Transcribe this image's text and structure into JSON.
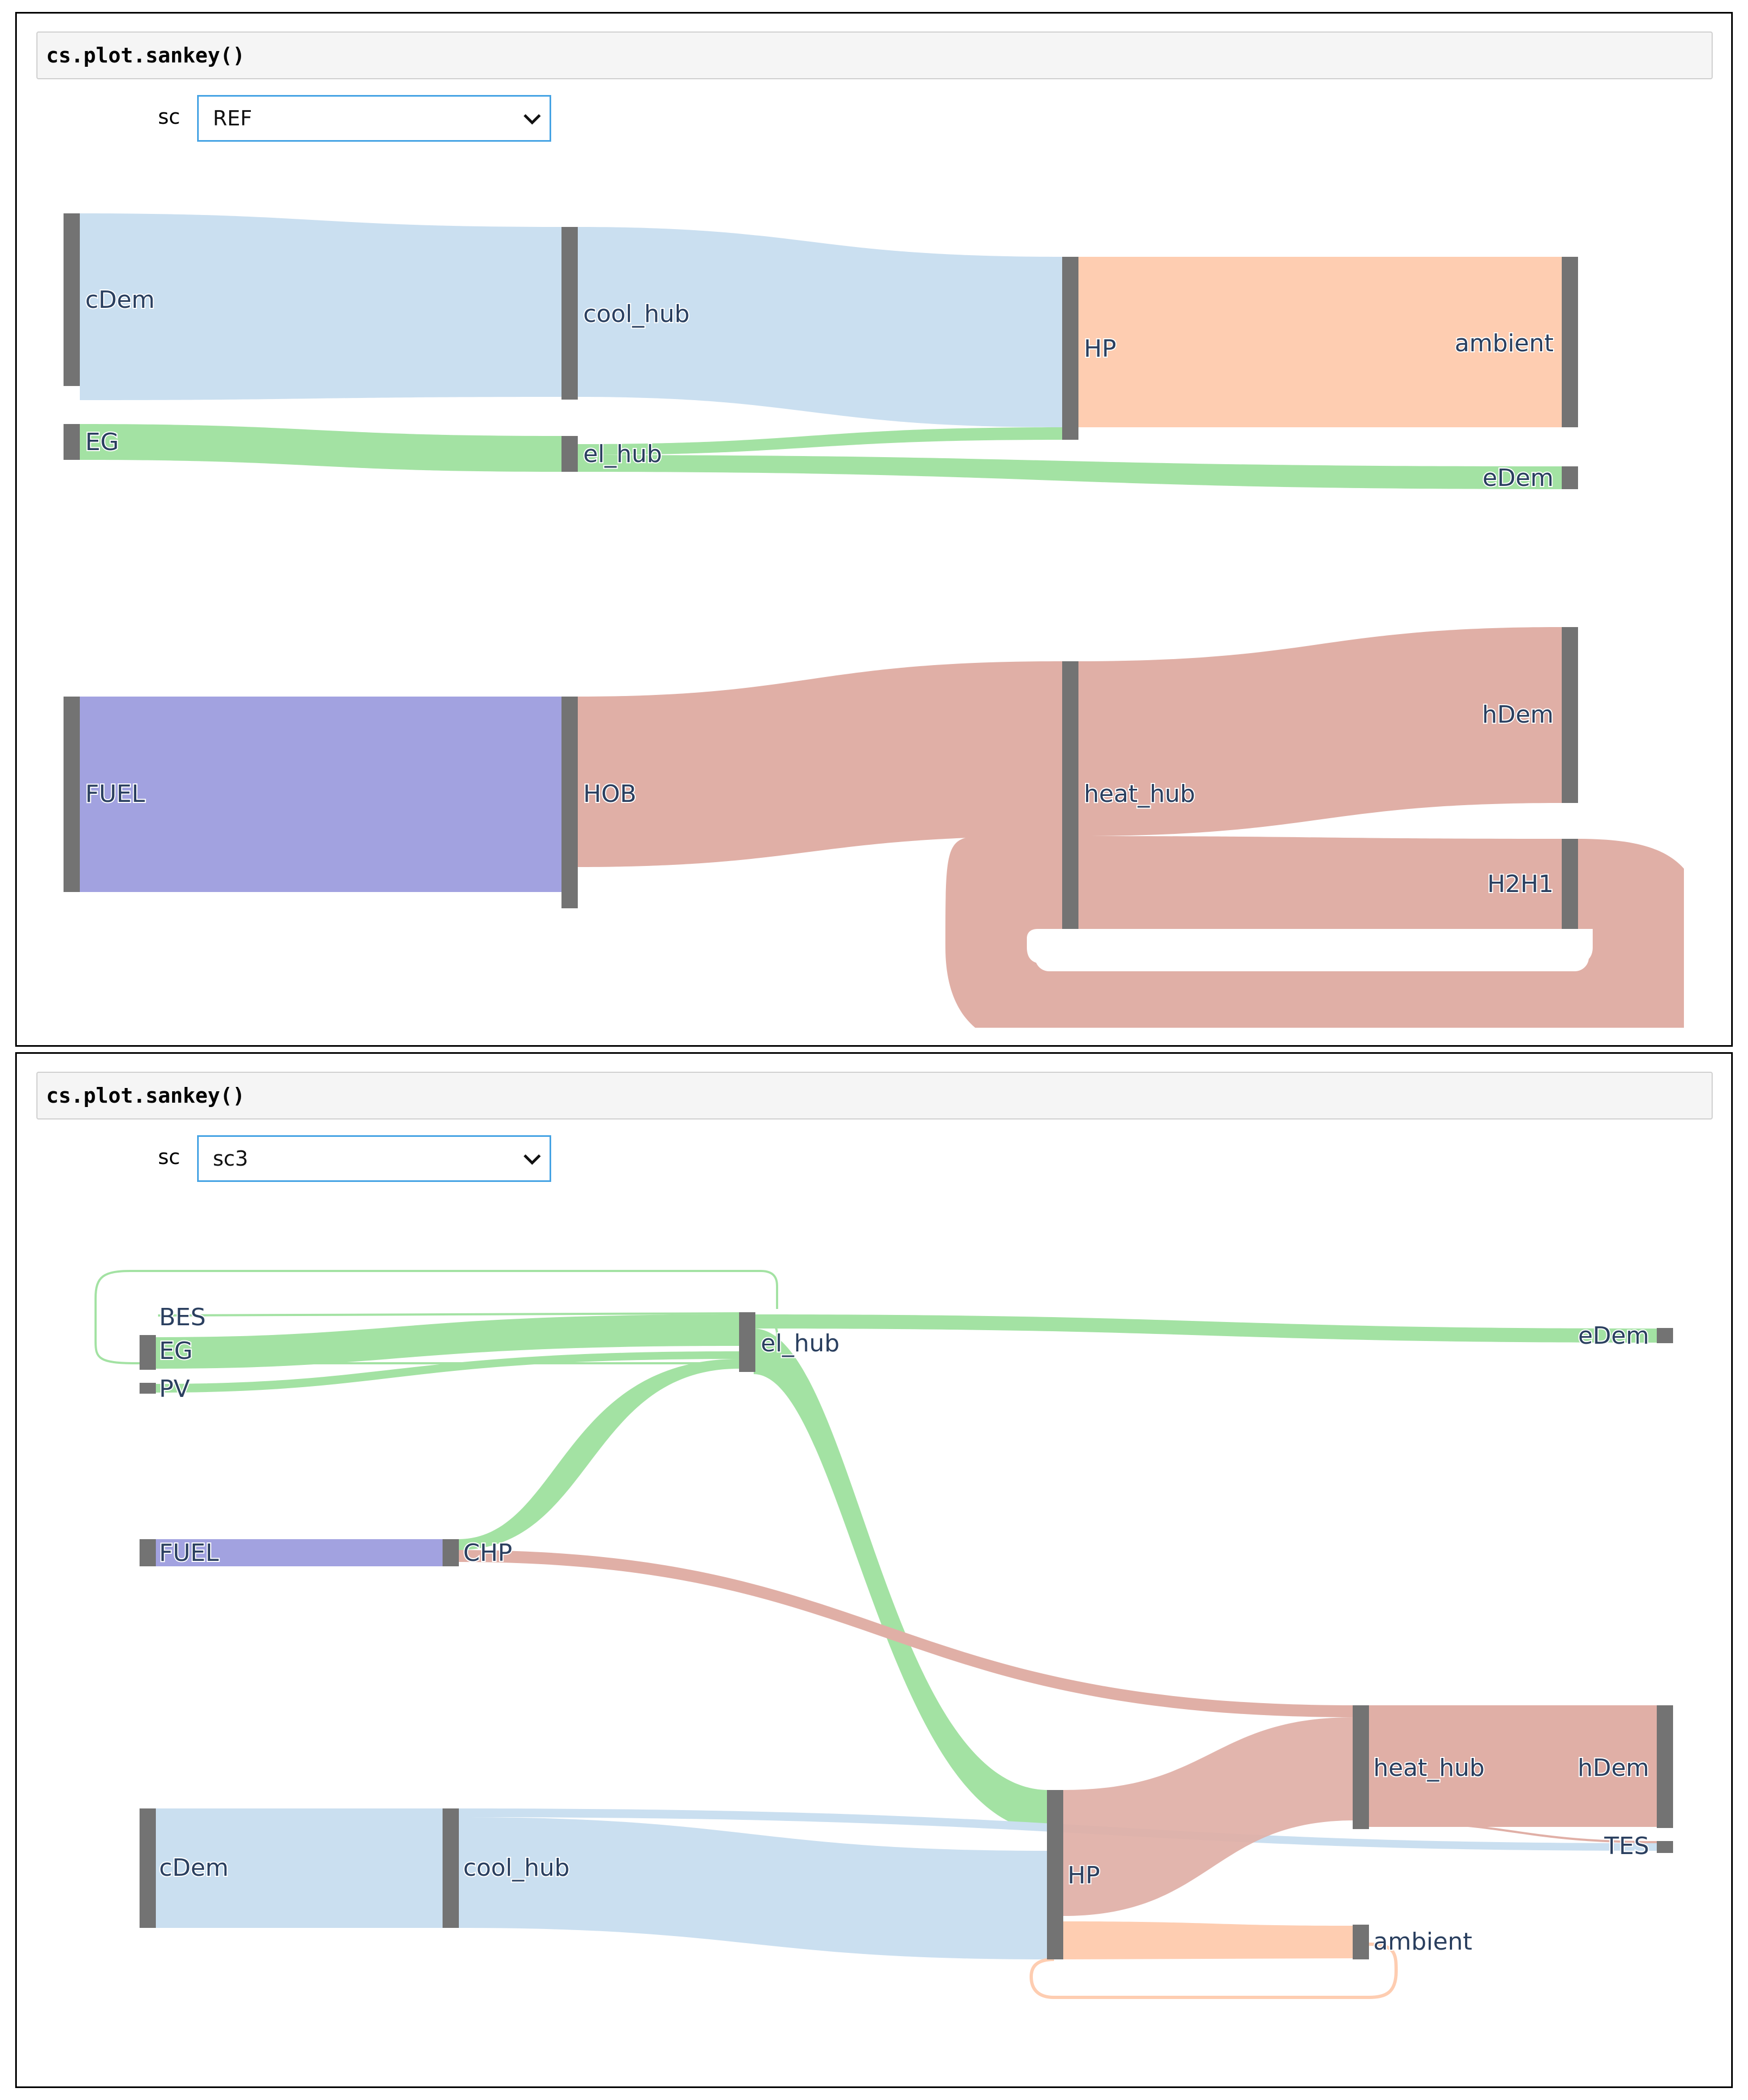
{
  "cells": [
    {
      "code": "cs.plot.sankey()",
      "selector_label": "sc",
      "selected": "REF",
      "chart_data": {
        "type": "sankey",
        "nodes": [
          "cDem",
          "cool_hub",
          "HP",
          "ambient",
          "EG",
          "el_hub",
          "eDem",
          "FUEL",
          "HOB",
          "heat_hub",
          "hDem",
          "H2H1"
        ],
        "links": [
          {
            "source": "cDem",
            "target": "cool_hub",
            "color": "#cadff0"
          },
          {
            "source": "cool_hub",
            "target": "HP",
            "color": "#cadff0"
          },
          {
            "source": "HP",
            "target": "ambient",
            "color": "#fecdb1"
          },
          {
            "source": "EG",
            "target": "el_hub",
            "color": "#a3e2a3"
          },
          {
            "source": "el_hub",
            "target": "HP",
            "color": "#a3e2a3"
          },
          {
            "source": "el_hub",
            "target": "eDem",
            "color": "#a3e2a3"
          },
          {
            "source": "FUEL",
            "target": "HOB",
            "color": "#a2a2e0"
          },
          {
            "source": "HOB",
            "target": "heat_hub",
            "color": "#e0afa6"
          },
          {
            "source": "heat_hub",
            "target": "hDem",
            "color": "#e0afa6"
          },
          {
            "source": "heat_hub",
            "target": "H2H1",
            "color": "#e0afa6"
          },
          {
            "source": "H2H1",
            "target": "heat_hub",
            "color": "#e0afa6"
          }
        ]
      }
    },
    {
      "code": "cs.plot.sankey()",
      "selector_label": "sc",
      "selected": "sc3",
      "chart_data": {
        "type": "sankey",
        "nodes": [
          "BES",
          "EG",
          "PV",
          "el_hub",
          "eDem",
          "FUEL",
          "CHP",
          "cDem",
          "cool_hub",
          "HP",
          "heat_hub",
          "hDem",
          "TES",
          "ambient"
        ],
        "links": [
          {
            "source": "EG",
            "target": "el_hub",
            "color": "#a3e2a3"
          },
          {
            "source": "PV",
            "target": "el_hub",
            "color": "#a3e2a3"
          },
          {
            "source": "el_hub",
            "target": "BES",
            "color": "#a3e2a3"
          },
          {
            "source": "BES",
            "target": "el_hub",
            "color": "#a3e2a3"
          },
          {
            "source": "el_hub",
            "target": "eDem",
            "color": "#a3e2a3"
          },
          {
            "source": "CHP",
            "target": "el_hub",
            "color": "#a3e2a3"
          },
          {
            "source": "el_hub",
            "target": "HP",
            "color": "#a3e2a3"
          },
          {
            "source": "FUEL",
            "target": "CHP",
            "color": "#a2a2e0"
          },
          {
            "source": "CHP",
            "target": "heat_hub",
            "color": "#e0afa6"
          },
          {
            "source": "cDem",
            "target": "cool_hub",
            "color": "#cadff0"
          },
          {
            "source": "cool_hub",
            "target": "HP",
            "color": "#cadff0"
          },
          {
            "source": "cool_hub",
            "target": "TES",
            "color": "#cadff0"
          },
          {
            "source": "HP",
            "target": "heat_hub",
            "color": "#e0afa6"
          },
          {
            "source": "heat_hub",
            "target": "hDem",
            "color": "#e0afa6"
          },
          {
            "source": "heat_hub",
            "target": "TES",
            "color": "#e0afa6"
          },
          {
            "source": "HP",
            "target": "ambient",
            "color": "#fecdb1"
          },
          {
            "source": "ambient",
            "target": "HP",
            "color": "#fecdb1"
          }
        ]
      }
    }
  ]
}
